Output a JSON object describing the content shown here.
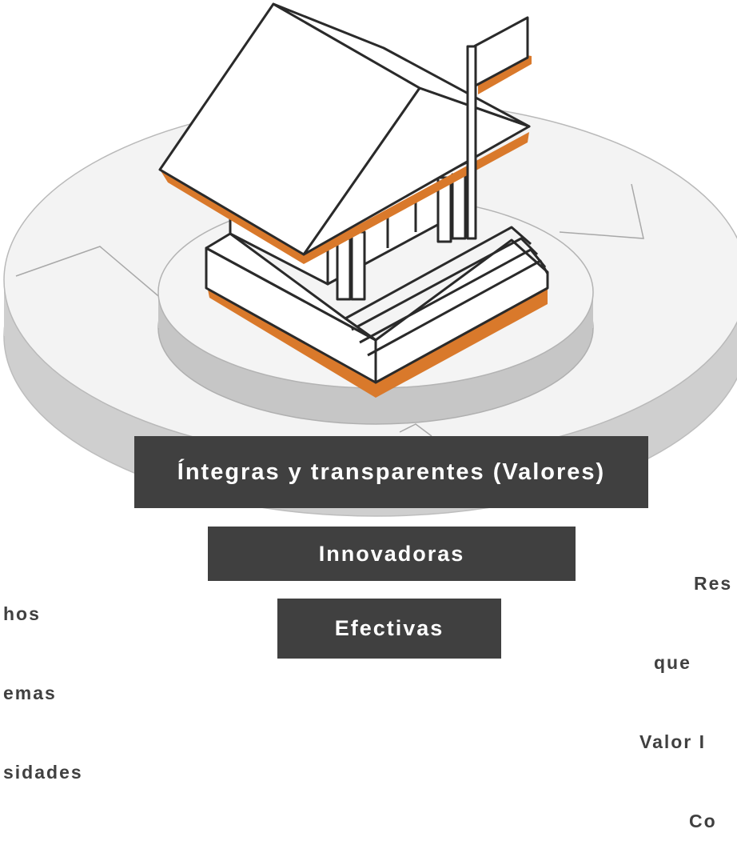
{
  "colors": {
    "accent": "#d9792b",
    "banner_bg": "#404040",
    "banner_text": "#ffffff",
    "side_text": "#404040",
    "platform_top": "#f2f2f2",
    "platform_side": "#c8c8c8",
    "outline": "#2a2a2a"
  },
  "icons": {
    "building": "institution-building-icon",
    "flag": "flag-icon"
  },
  "banners": {
    "top": "Íntegras y transparentes (Valores)",
    "middle": "Innovadoras",
    "bottom": "Efectivas"
  },
  "side_left": {
    "line1": "hos",
    "line2": "emas",
    "line3": "sidades"
  },
  "side_right": {
    "line1": "Res",
    "line2": "que",
    "line3": "Valor I",
    "line4": "Co"
  }
}
